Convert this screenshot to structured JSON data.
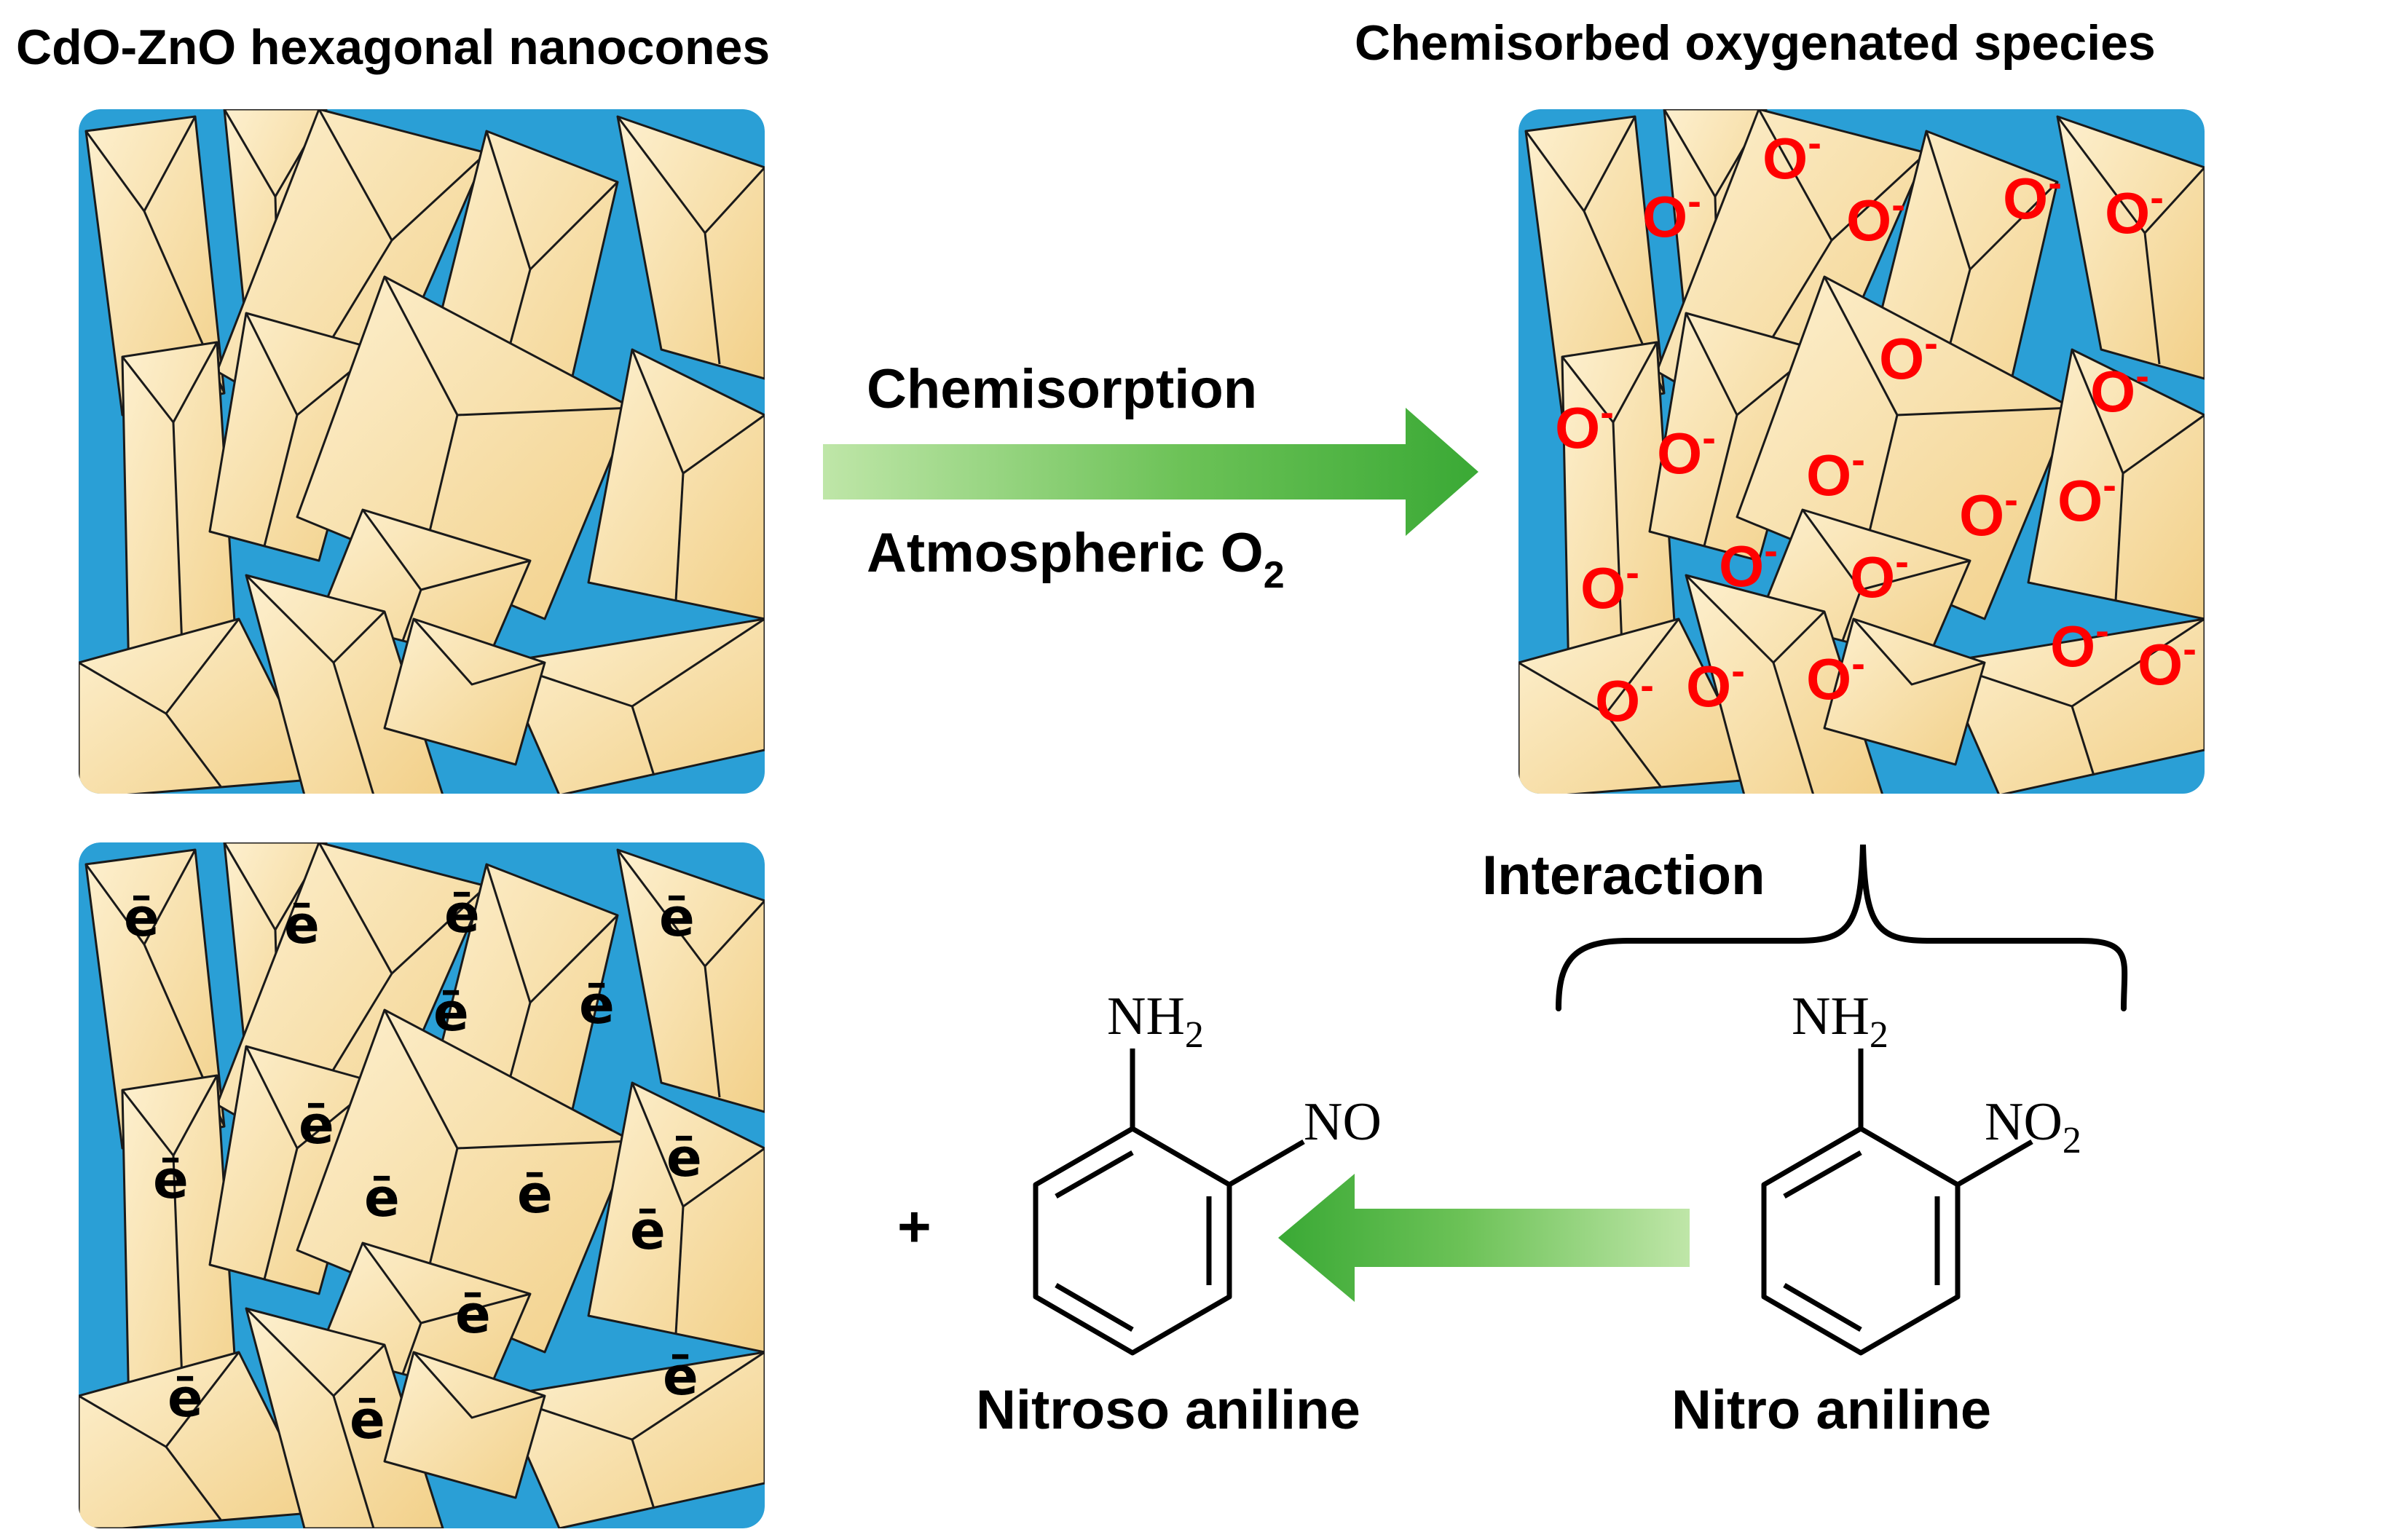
{
  "titles": {
    "left": "CdO-ZnO hexagonal nanocones",
    "right": "Chemisorbed oxygenated species"
  },
  "arrow_top": {
    "label_above": "Chemisorption",
    "label_below_text": "Atmospheric O",
    "label_below_sub": "2"
  },
  "interaction_label": "Interaction",
  "plus": "+",
  "oxygen_species": {
    "symbol": "O",
    "charge": "-"
  },
  "electron_symbol": "ē",
  "molecules": {
    "nitroso": {
      "amine_text": "NH",
      "amine_sub": "2",
      "group_text": "NO",
      "name": "Nitroso aniline"
    },
    "nitro": {
      "amine_text": "NH",
      "amine_sub": "2",
      "group_text": "NO",
      "group_sub": "2",
      "name": "Nitro aniline"
    }
  },
  "colors": {
    "background_blue": "#2a9fd6",
    "cone_fill": "#f7dc9d",
    "cone_light": "#fbecc6",
    "cone_edge": "#1a1a1a",
    "oxygen_red": "#ff0000",
    "arrow_green": "#3aa935",
    "arrow_green_light": "#b8e3a0"
  }
}
